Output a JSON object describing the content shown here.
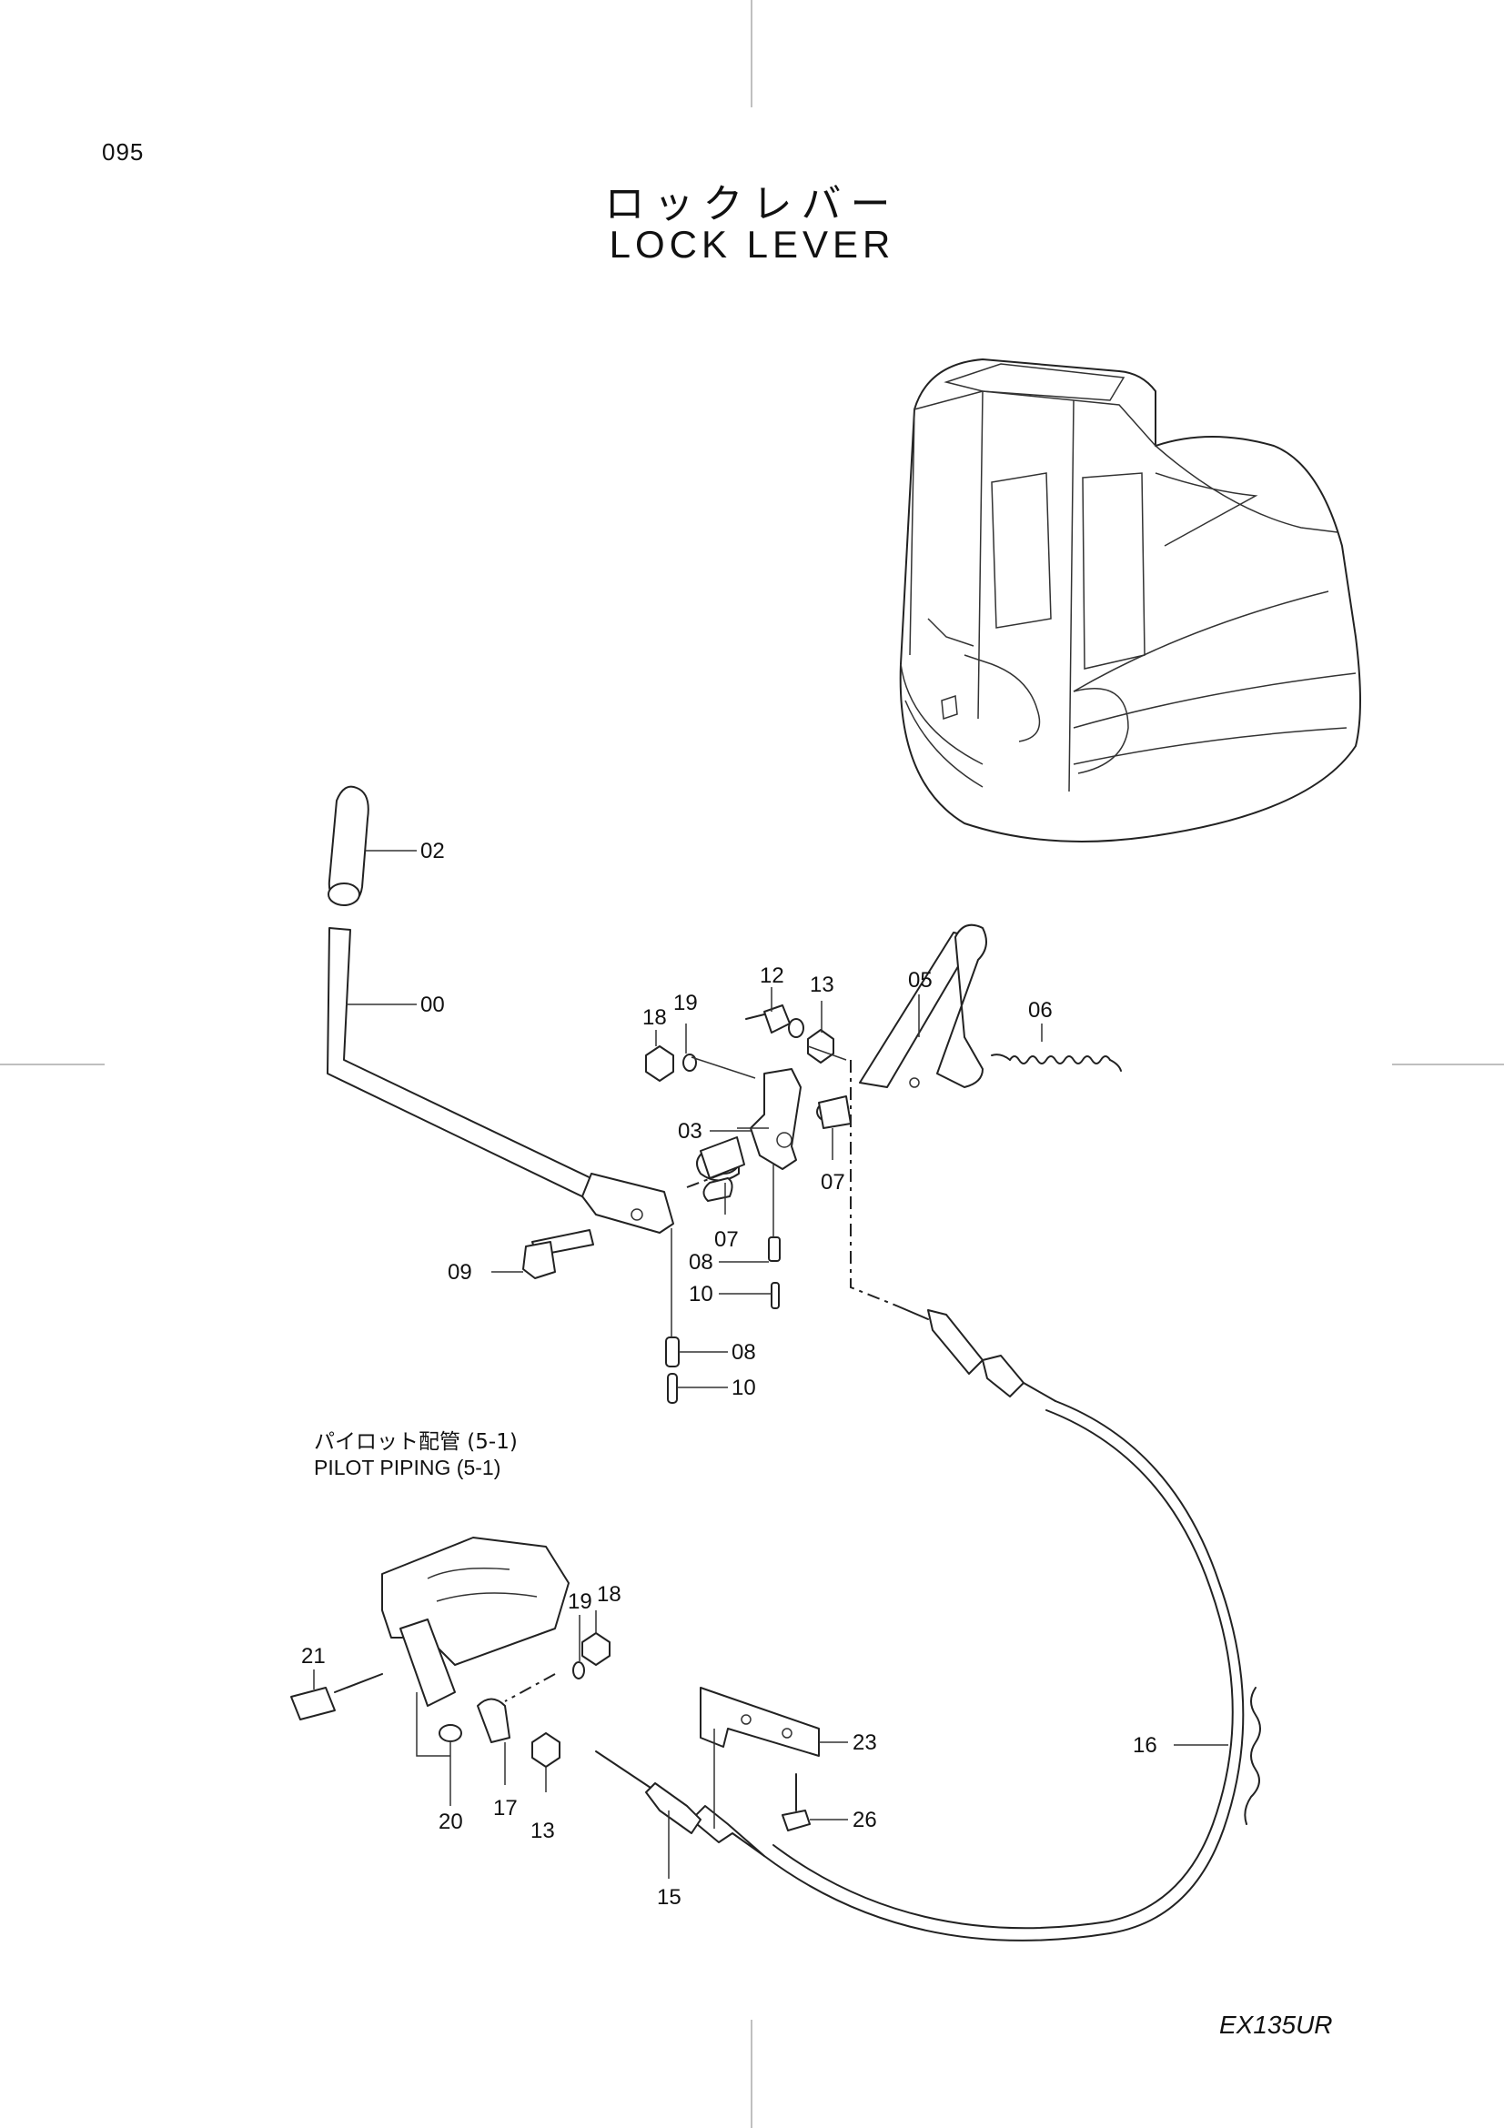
{
  "page": {
    "number": "095",
    "title_jp": "ロックレバー",
    "title_en": "LOCK LEVER",
    "model": "EX135UR"
  },
  "reference": {
    "text_jp": "パイロット配管 (5-1)",
    "text_en": "PILOT PIPING (5-1)"
  },
  "callouts": [
    {
      "id": "c02",
      "label": "02"
    },
    {
      "id": "c00",
      "label": "00"
    },
    {
      "id": "c12",
      "label": "12"
    },
    {
      "id": "c13a",
      "label": "13"
    },
    {
      "id": "c05",
      "label": "05"
    },
    {
      "id": "c06",
      "label": "06"
    },
    {
      "id": "c18a",
      "label": "18"
    },
    {
      "id": "c19a",
      "label": "19"
    },
    {
      "id": "c03",
      "label": "03"
    },
    {
      "id": "c07a",
      "label": "07"
    },
    {
      "id": "c07b",
      "label": "07"
    },
    {
      "id": "c08a",
      "label": "08"
    },
    {
      "id": "c10a",
      "label": "10"
    },
    {
      "id": "c09",
      "label": "09"
    },
    {
      "id": "c08b",
      "label": "08"
    },
    {
      "id": "c10b",
      "label": "10"
    },
    {
      "id": "c18b",
      "label": "18"
    },
    {
      "id": "c19b",
      "label": "19"
    },
    {
      "id": "c21",
      "label": "21"
    },
    {
      "id": "c20",
      "label": "20"
    },
    {
      "id": "c17",
      "label": "17"
    },
    {
      "id": "c13b",
      "label": "13"
    },
    {
      "id": "c23",
      "label": "23"
    },
    {
      "id": "c26",
      "label": "26"
    },
    {
      "id": "c16",
      "label": "16"
    },
    {
      "id": "c15",
      "label": "15"
    }
  ]
}
